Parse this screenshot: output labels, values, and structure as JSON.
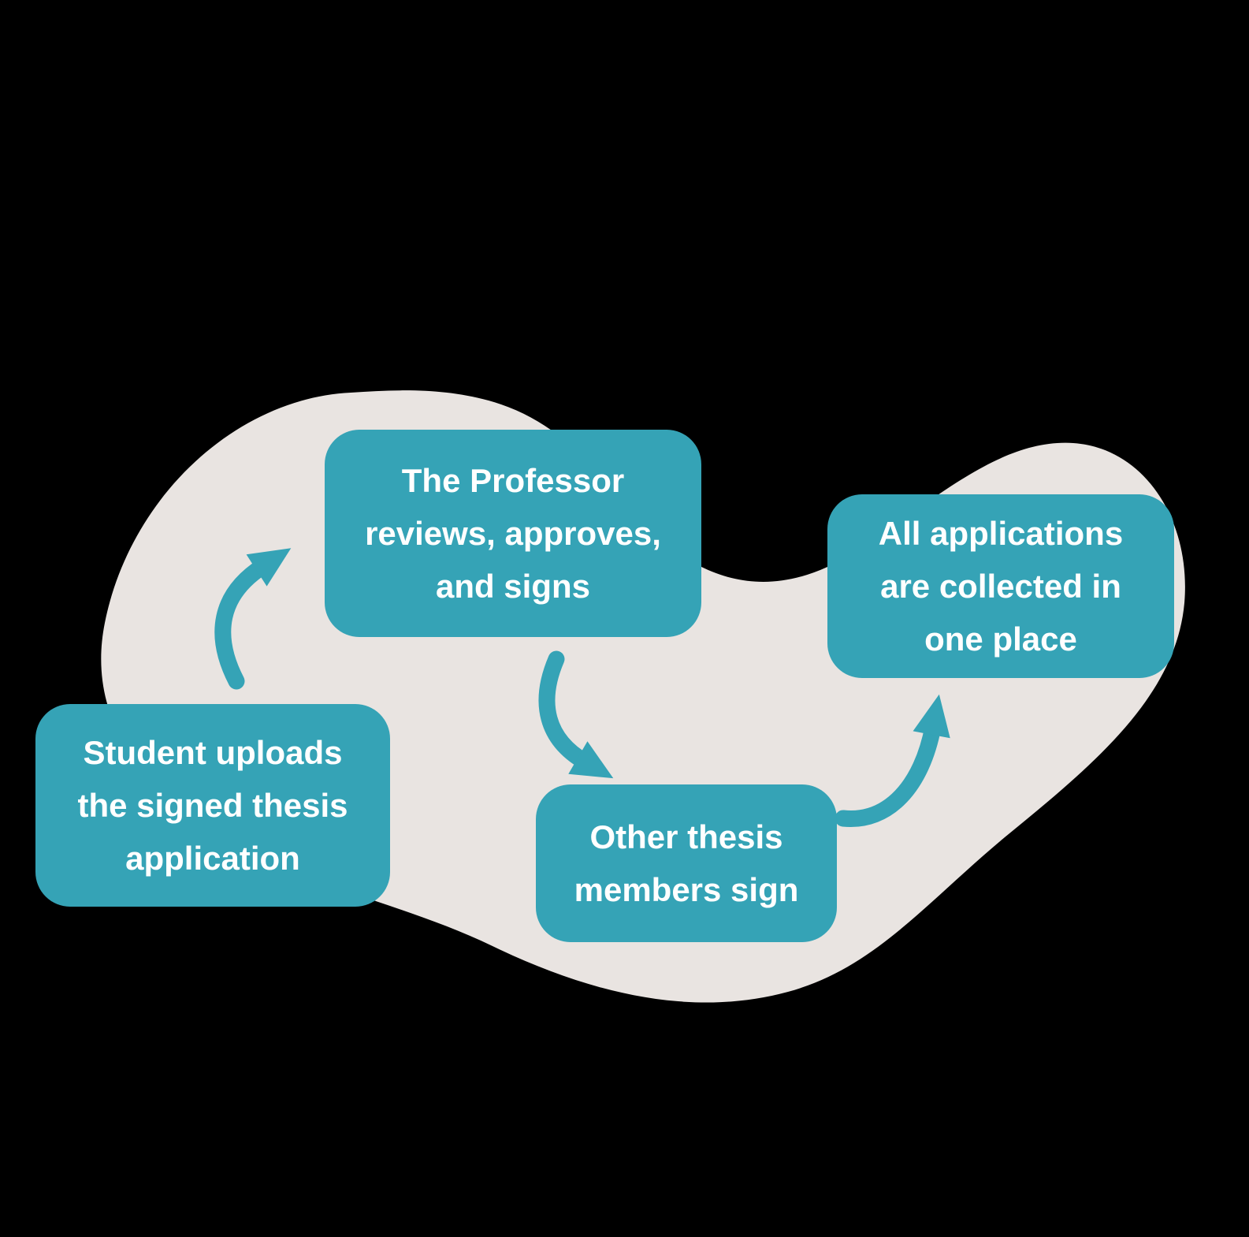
{
  "diagram": {
    "type": "flow",
    "background_color": "#000000",
    "blob_color": "#E9E4E1",
    "accent_color": "#35A3B6",
    "text_color": "#FFFFFF",
    "steps": [
      {
        "id": "step-1",
        "label": "Student uploads the signed thesis application",
        "lines": [
          "Student uploads",
          "the signed thesis",
          "application"
        ]
      },
      {
        "id": "step-2",
        "label": "The Professor reviews, approves, and signs",
        "lines": [
          "The Professor",
          "reviews, approves,",
          "and signs"
        ]
      },
      {
        "id": "step-3",
        "label": "Other thesis members sign",
        "lines": [
          "Other thesis",
          "members sign"
        ]
      },
      {
        "id": "step-4",
        "label": "All applications are collected in one place",
        "lines": [
          "All applications",
          "are collected in",
          "one place"
        ]
      }
    ],
    "connections": [
      {
        "from": "step-1",
        "to": "step-2"
      },
      {
        "from": "step-2",
        "to": "step-3"
      },
      {
        "from": "step-3",
        "to": "step-4"
      }
    ]
  }
}
